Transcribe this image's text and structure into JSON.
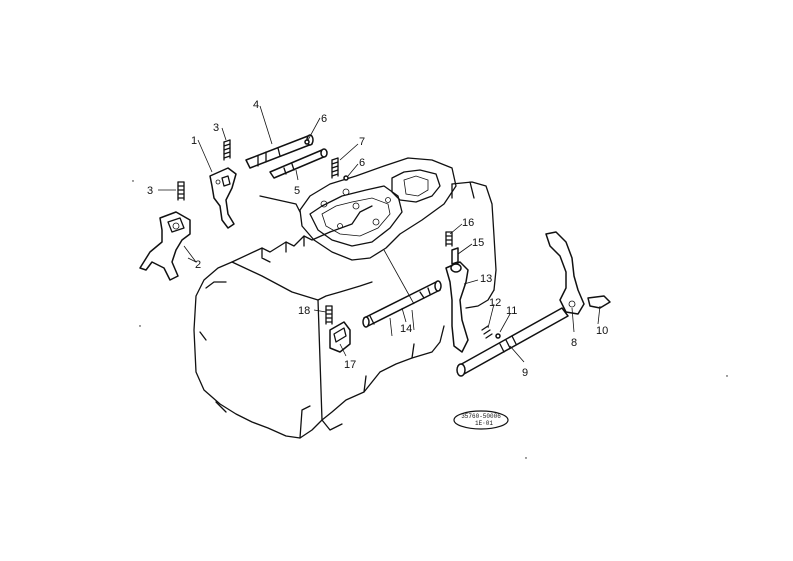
{
  "diagram": {
    "callouts": [
      "1",
      "2",
      "3",
      "3",
      "4",
      "5",
      "6",
      "6",
      "7",
      "8",
      "9",
      "10",
      "11",
      "12",
      "13",
      "14",
      "15",
      "16",
      "17",
      "18"
    ],
    "stamp": {
      "line1": "35760-50006",
      "line2": "1E·01"
    }
  }
}
